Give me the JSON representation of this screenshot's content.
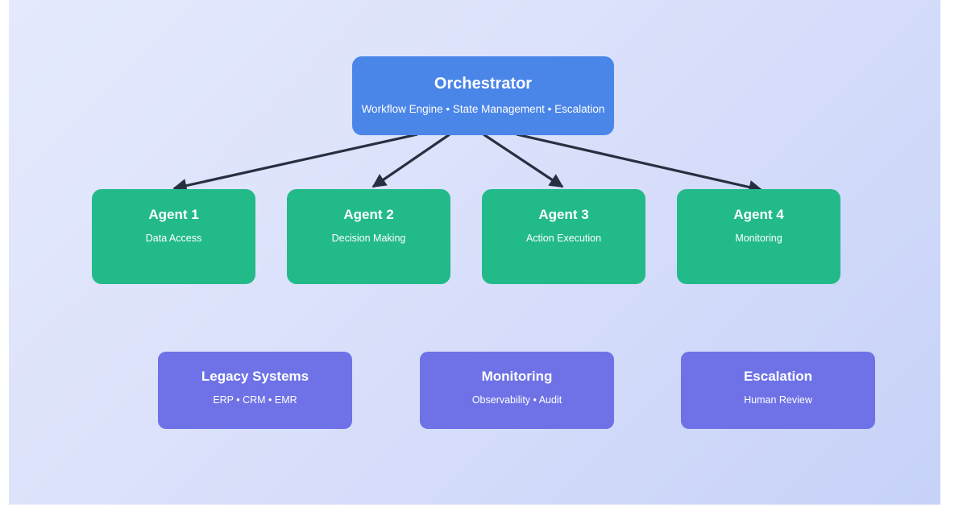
{
  "colors": {
    "page_background": "#ffffff",
    "panel_gradient_start": "#e4e9fd",
    "panel_gradient_end": "#c7d2f8",
    "orchestrator_fill": "#4a85e8",
    "agent_fill": "#23ba8a",
    "support_fill": "#6e72e6",
    "arrow": "#273040",
    "text": "#ffffff"
  },
  "orchestrator": {
    "title": "Orchestrator",
    "subtitle": "Workflow Engine • State Management • Escalation"
  },
  "agents": [
    {
      "title": "Agent 1",
      "subtitle": "Data Access"
    },
    {
      "title": "Agent 2",
      "subtitle": "Decision Making"
    },
    {
      "title": "Agent 3",
      "subtitle": "Action Execution"
    },
    {
      "title": "Agent 4",
      "subtitle": "Monitoring"
    }
  ],
  "support_systems": [
    {
      "title": "Legacy Systems",
      "subtitle": "ERP • CRM • EMR"
    },
    {
      "title": "Monitoring",
      "subtitle": "Observability • Audit"
    },
    {
      "title": "Escalation",
      "subtitle": "Human Review"
    }
  ],
  "edges": [
    {
      "from": "Orchestrator",
      "to": "Agent 1"
    },
    {
      "from": "Orchestrator",
      "to": "Agent 2"
    },
    {
      "from": "Orchestrator",
      "to": "Agent 3"
    },
    {
      "from": "Orchestrator",
      "to": "Agent 4"
    }
  ]
}
